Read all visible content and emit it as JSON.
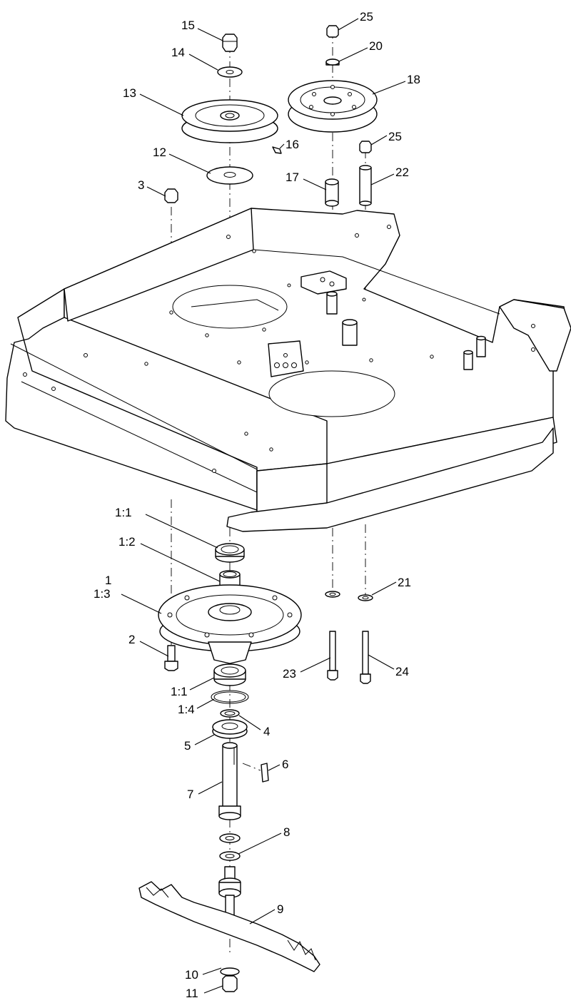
{
  "callouts": [
    {
      "id": "c15",
      "text": "15"
    },
    {
      "id": "c14",
      "text": "14"
    },
    {
      "id": "c13",
      "text": "13"
    },
    {
      "id": "c12",
      "text": "12"
    },
    {
      "id": "c16",
      "text": "16"
    },
    {
      "id": "c3",
      "text": "3"
    },
    {
      "id": "c25a",
      "text": "25"
    },
    {
      "id": "c20",
      "text": "20"
    },
    {
      "id": "c18",
      "text": "18"
    },
    {
      "id": "c25b",
      "text": "25"
    },
    {
      "id": "c17",
      "text": "17"
    },
    {
      "id": "c22",
      "text": "22"
    },
    {
      "id": "c1_1a",
      "text": "1:1"
    },
    {
      "id": "c1_2",
      "text": "1:2"
    },
    {
      "id": "c1",
      "text": "1"
    },
    {
      "id": "c1_3",
      "text": "1:3"
    },
    {
      "id": "c2",
      "text": "2"
    },
    {
      "id": "c21",
      "text": "21"
    },
    {
      "id": "c23",
      "text": "23"
    },
    {
      "id": "c24",
      "text": "24"
    },
    {
      "id": "c1_1b",
      "text": "1:1"
    },
    {
      "id": "c1_4",
      "text": "1:4"
    },
    {
      "id": "c4",
      "text": "4"
    },
    {
      "id": "c5",
      "text": "5"
    },
    {
      "id": "c6",
      "text": "6"
    },
    {
      "id": "c7",
      "text": "7"
    },
    {
      "id": "c8",
      "text": "8"
    },
    {
      "id": "c9",
      "text": "9"
    },
    {
      "id": "c10",
      "text": "10"
    },
    {
      "id": "c11",
      "text": "11"
    }
  ]
}
